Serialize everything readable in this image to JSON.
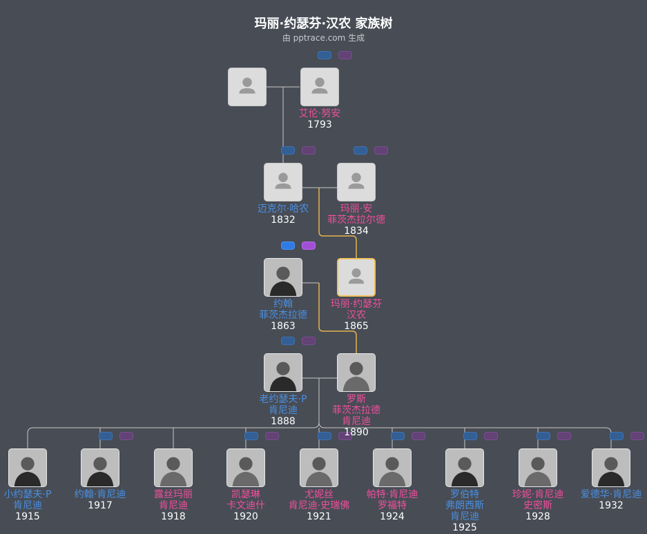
{
  "header": {
    "title": "玛丽·约瑟芬·汉农 家族树",
    "subtitle": "由 pptrace.com 生成"
  },
  "colors": {
    "male": "#4a90e2",
    "female": "#f24f9d",
    "line": "#c8c8c8",
    "highlight_line": "#e6b450",
    "background": "#474c55"
  },
  "people": [
    {
      "id": "p_unknown",
      "gender": "male",
      "name_lines": [],
      "year": "",
      "photo": "placeholder"
    },
    {
      "id": "p_ellen",
      "gender": "female",
      "name_lines": [
        "艾伦·努安"
      ],
      "year": "1793",
      "photo": "placeholder"
    },
    {
      "id": "p_michael",
      "gender": "male",
      "name_lines": [
        "迈克尔·哈农"
      ],
      "year": "1832",
      "photo": "placeholder"
    },
    {
      "id": "p_maryann",
      "gender": "female",
      "name_lines": [
        "玛丽·安",
        "菲茨杰拉尔德"
      ],
      "year": "1834",
      "photo": "placeholder"
    },
    {
      "id": "p_john",
      "gender": "male",
      "name_lines": [
        "约翰",
        "菲茨杰拉德"
      ],
      "year": "1863",
      "photo": "image"
    },
    {
      "id": "p_maryjo",
      "gender": "female",
      "name_lines": [
        "玛丽·约瑟芬",
        "汉农"
      ],
      "year": "1865",
      "photo": "highlight"
    },
    {
      "id": "p_josephsr",
      "gender": "male",
      "name_lines": [
        "老约瑟夫·P",
        "肯尼迪"
      ],
      "year": "1888",
      "photo": "image"
    },
    {
      "id": "p_rose",
      "gender": "female",
      "name_lines": [
        "罗斯",
        "菲茨杰拉德",
        "肯尼迪"
      ],
      "year": "1890",
      "photo": "image"
    },
    {
      "id": "c1",
      "gender": "male",
      "name_lines": [
        "小约瑟夫·P",
        "肯尼迪"
      ],
      "year": "1915",
      "photo": "image"
    },
    {
      "id": "c2",
      "gender": "male",
      "name_lines": [
        "约翰·肯尼迪"
      ],
      "year": "1917",
      "photo": "image"
    },
    {
      "id": "c3",
      "gender": "female",
      "name_lines": [
        "露丝玛丽",
        "肯尼迪"
      ],
      "year": "1918",
      "photo": "image"
    },
    {
      "id": "c4",
      "gender": "female",
      "name_lines": [
        "凯瑟琳",
        "卡文迪什"
      ],
      "year": "1920",
      "photo": "image"
    },
    {
      "id": "c5",
      "gender": "female",
      "name_lines": [
        "尤妮丝",
        "肯尼迪·史瑞佛"
      ],
      "year": "1921",
      "photo": "image"
    },
    {
      "id": "c6",
      "gender": "female",
      "name_lines": [
        "帕特·肯尼迪",
        "罗福特"
      ],
      "year": "1924",
      "photo": "image"
    },
    {
      "id": "c7",
      "gender": "male",
      "name_lines": [
        "罗伯特",
        "弗朗西斯",
        "肯尼迪"
      ],
      "year": "1925",
      "photo": "image"
    },
    {
      "id": "c8",
      "gender": "female",
      "name_lines": [
        "珍妮·肯尼迪",
        "史密斯"
      ],
      "year": "1928",
      "photo": "image"
    },
    {
      "id": "c9",
      "gender": "male",
      "name_lines": [
        "爱德华·肯尼迪"
      ],
      "year": "1932",
      "photo": "image"
    }
  ]
}
